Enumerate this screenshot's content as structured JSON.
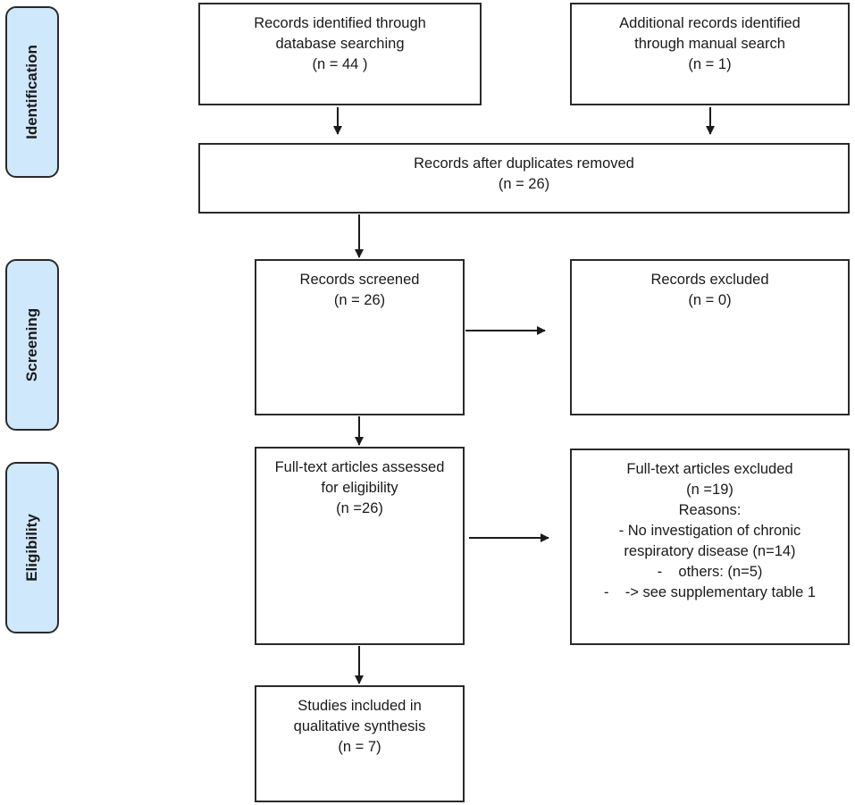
{
  "phases": {
    "identification": "Identification",
    "screening": "Screening",
    "eligibility": "Eligibility"
  },
  "boxes": {
    "database_search": [
      "Records identified through",
      "database searching",
      "(n = 44 )"
    ],
    "manual_search": [
      "Additional records identified",
      "through manual search",
      "(n = 1)"
    ],
    "duplicates_removed": [
      "Records after duplicates removed",
      "(n = 26)"
    ],
    "screened": [
      "Records screened",
      "(n = 26)"
    ],
    "excluded": [
      "Records excluded",
      "(n = 0)"
    ],
    "fulltext_assessed": [
      "Full-text articles assessed",
      "for eligibility",
      "(n =26)"
    ],
    "fulltext_excluded": [
      "Full-text articles excluded",
      "(n =19)",
      "Reasons:",
      "- No investigation of chronic",
      "respiratory disease (n=14)",
      "-    others: (n=5)",
      "-    -> see supplementary table 1"
    ],
    "included": [
      "Studies included in",
      "qualitative synthesis",
      "(n = 7)"
    ]
  },
  "colors": {
    "phase_fill": "#cfe8fb",
    "stroke": "#2a2a2a"
  }
}
